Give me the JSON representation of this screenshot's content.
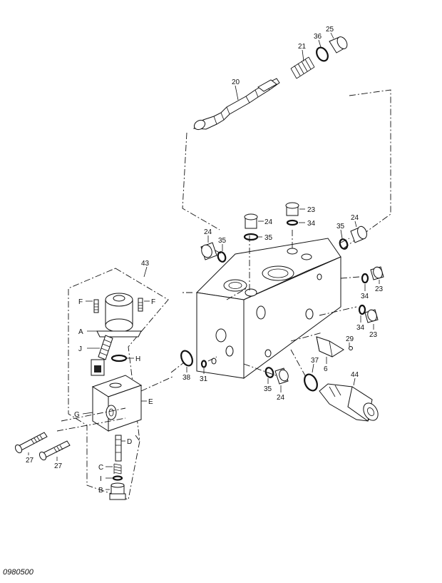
{
  "drawing_number": "0980500",
  "callouts": {
    "p20": "20",
    "p21": "21",
    "p36a": "36",
    "p25": "25",
    "p23a": "23",
    "p34a": "34",
    "p24a": "24",
    "p35a": "35",
    "p24b": "24",
    "p35b": "35",
    "p24c": "24",
    "p35c": "35",
    "p23b": "23",
    "p34b": "34",
    "p23c": "23",
    "p34c": "34",
    "p29": "29",
    "p6": "6",
    "p37": "37",
    "p44": "44",
    "p35d": "35",
    "p24d": "24",
    "p38": "38",
    "p31": "31",
    "p43": "43",
    "F1": "F",
    "F2": "F",
    "A": "A",
    "J": "J",
    "H": "H",
    "E": "E",
    "G": "G",
    "D": "D",
    "C": "C",
    "I": "I",
    "B": "B",
    "p27a": "27",
    "p27b": "27"
  }
}
